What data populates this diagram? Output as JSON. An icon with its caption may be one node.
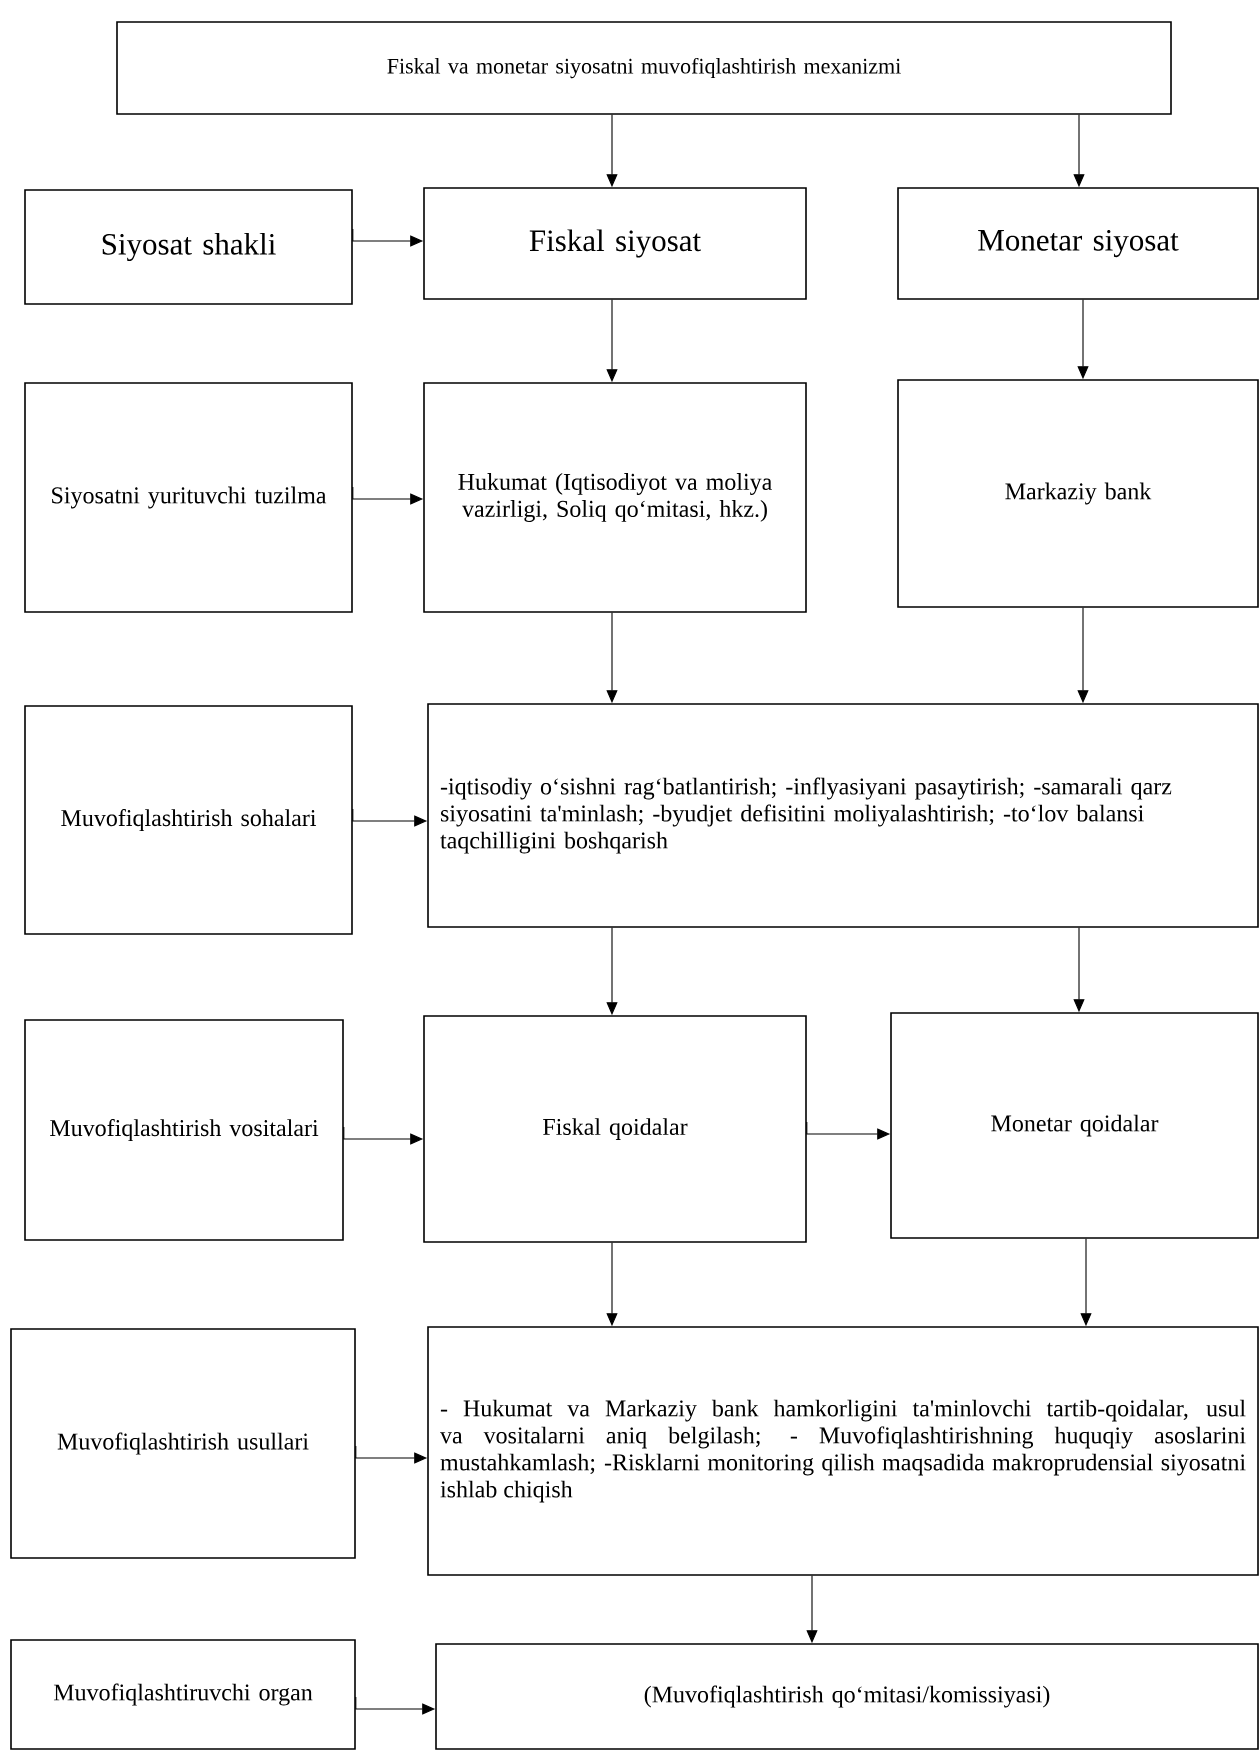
{
  "diagram": {
    "nodes": [
      {
        "text": [
          "Fiskal va monetar siyosatni muvofiqlashtirish mexanizmi"
        ]
      },
      {
        "text": [
          "Siyosat shakli"
        ]
      },
      {
        "text": [
          "Fiskal siyosat"
        ]
      },
      {
        "text": [
          "Monetar siyosat"
        ]
      },
      {
        "text": [
          "Siyosatni yurituvchi tuzilma"
        ]
      },
      {
        "text": [
          "Hukumat (Iqtisodiyot va moliya vazirligi, Soliq qo‘mitasi, hkz.)"
        ]
      },
      {
        "text": [
          "Markaziy bank"
        ]
      },
      {
        "text": [
          "Muvofiqlashtirish sohalari"
        ]
      },
      {
        "text": [
          "-iqtisodiy o‘sishni rag‘batlantirish; -inflyasiyani pasaytirish; -samarali qarz siyosatini ta'minlash; -byudjet defisitini moliyalashtirish; -to‘lov balansi taqchilligini boshqarish"
        ]
      },
      {
        "text": [
          "Muvofiqlashtirish vositalari"
        ]
      },
      {
        "text": [
          "Fiskal qoidalar"
        ]
      },
      {
        "text": [
          "Monetar qoidalar"
        ]
      },
      {
        "text": [
          "Muvofiqlashtirish usullari"
        ]
      },
      {
        "text": [
          "- Hukumat va Markaziy bank hamkorligini ta'minlovchi tartib-qoidalar, usul va vositalarni aniq belgilash; - Muvofiqlashtirishning huquqiy asoslarini mustahkamlash; -Risklarni monitoring qilish maqsadida makroprudensial siyosatni ishlab chiqish"
        ]
      },
      {
        "text": [
          "Muvofiqlashtiruvchi organ"
        ]
      },
      {
        "text": [
          "(Muvofiqlashtirish qo‘mitasi/komissiyasi)"
        ]
      }
    ],
    "edges": [
      {
        "from": 0,
        "to": 2,
        "arrow": "to"
      },
      {
        "from": 0,
        "to": 3,
        "arrow": "to"
      },
      {
        "from": 1,
        "to": 2,
        "arrow": "to"
      },
      {
        "from": 2,
        "to": 5,
        "arrow": "to"
      },
      {
        "from": 3,
        "to": 6,
        "arrow": "to"
      },
      {
        "from": 4,
        "to": 5,
        "arrow": "to"
      },
      {
        "from": 5,
        "to": 8,
        "arrow": "to"
      },
      {
        "from": 6,
        "to": 8,
        "arrow": "to"
      },
      {
        "from": 7,
        "to": 8,
        "arrow": "to"
      },
      {
        "from": 8,
        "to": 10,
        "arrow": "to"
      },
      {
        "from": 8,
        "to": 11,
        "arrow": "to"
      },
      {
        "from": 9,
        "to": 10,
        "arrow": "to"
      },
      {
        "from": 10,
        "to": 11,
        "arrow": "to"
      },
      {
        "from": 10,
        "to": 13,
        "arrow": "to"
      },
      {
        "from": 11,
        "to": 13,
        "arrow": "to"
      },
      {
        "from": 12,
        "to": 13,
        "arrow": "to"
      },
      {
        "from": 13,
        "to": 15,
        "arrow": "to"
      },
      {
        "from": 14,
        "to": 15,
        "arrow": "to"
      }
    ]
  }
}
